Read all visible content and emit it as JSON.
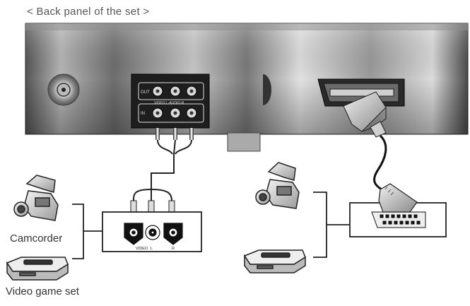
{
  "title": "< Back panel of the set >",
  "devices": {
    "camcorder_label": "Camcorder",
    "video_game_label": "Video game set"
  },
  "panel": {
    "out_label": "OUT",
    "in_label": "IN",
    "jack_header": "VIDEO L-AUDIO-R",
    "av_jack_labels": [
      "VIDEO",
      "L",
      "R"
    ]
  },
  "colors": {
    "ink": "#1a1a1a",
    "panel_dark": "#3a3a3a",
    "panel_light": "#e8e8e8"
  },
  "icons": [
    "antenna-jack-icon",
    "scart-socket-icon",
    "scart-plug-icon",
    "camcorder-icon",
    "video-game-console-icon",
    "rca-jack-icon",
    "cable-icon"
  ]
}
